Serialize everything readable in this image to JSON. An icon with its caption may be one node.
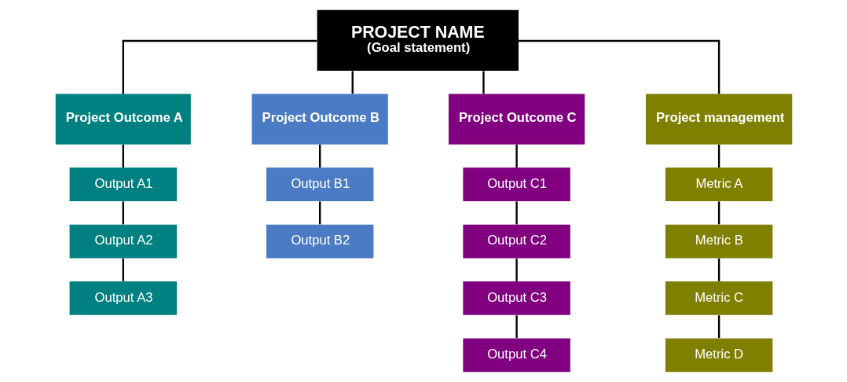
{
  "diagram": {
    "nodes": [
      {
        "text": [
          "PROJECT NAME",
          "(Goal statement)"
        ]
      },
      {
        "text": [
          "Project Outcome A"
        ]
      },
      {
        "text": [
          "Output A1"
        ]
      },
      {
        "text": [
          "Output A2"
        ]
      },
      {
        "text": [
          "Output A3"
        ]
      },
      {
        "text": [
          "Project Outcome B"
        ]
      },
      {
        "text": [
          "Output B1"
        ]
      },
      {
        "text": [
          "Output B2"
        ]
      },
      {
        "text": [
          "Project Outcome C"
        ]
      },
      {
        "text": [
          "Output C1"
        ]
      },
      {
        "text": [
          "Output C2"
        ]
      },
      {
        "text": [
          "Output C3"
        ]
      },
      {
        "text": [
          "Output C4"
        ]
      },
      {
        "text": [
          "Project management"
        ]
      },
      {
        "text": [
          "Metric A"
        ]
      },
      {
        "text": [
          "Metric B"
        ]
      },
      {
        "text": [
          "Metric C"
        ]
      },
      {
        "text": [
          "Metric D"
        ]
      }
    ],
    "edges": [
      {
        "from": 0,
        "to": 1,
        "arrow": "none"
      },
      {
        "from": 0,
        "to": 5,
        "arrow": "none"
      },
      {
        "from": 0,
        "to": 8,
        "arrow": "none"
      },
      {
        "from": 0,
        "to": 13,
        "arrow": "none"
      },
      {
        "from": 1,
        "to": 2,
        "arrow": "none"
      },
      {
        "from": 2,
        "to": 3,
        "arrow": "none"
      },
      {
        "from": 3,
        "to": 4,
        "arrow": "none"
      },
      {
        "from": 5,
        "to": 6,
        "arrow": "none"
      },
      {
        "from": 6,
        "to": 7,
        "arrow": "none"
      },
      {
        "from": 8,
        "to": 9,
        "arrow": "none"
      },
      {
        "from": 9,
        "to": 10,
        "arrow": "none"
      },
      {
        "from": 10,
        "to": 11,
        "arrow": "none"
      },
      {
        "from": 11,
        "to": 12,
        "arrow": "none"
      },
      {
        "from": 13,
        "to": 14,
        "arrow": "none"
      },
      {
        "from": 14,
        "to": 15,
        "arrow": "none"
      },
      {
        "from": 15,
        "to": 16,
        "arrow": "none"
      },
      {
        "from": 16,
        "to": 17,
        "arrow": "none"
      }
    ]
  }
}
